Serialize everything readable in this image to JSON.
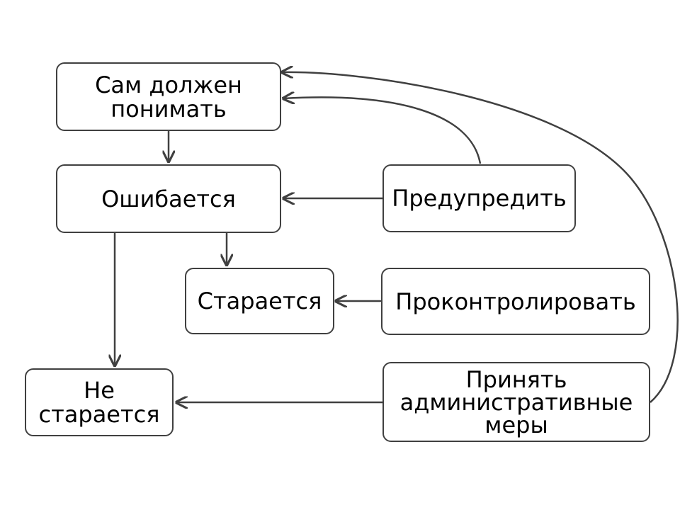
{
  "nodes": {
    "self_understand": "Сам должен\nпонимать",
    "makes_mistake": "Ошибается",
    "warn": "Предупредить",
    "tries": "Старается",
    "control": "Проконтролировать",
    "not_tries": "Не\nстарается",
    "admin_measures": "Принять\nадминистративные\nмеры"
  },
  "edges": [
    {
      "from": "self_understand",
      "to": "makes_mistake"
    },
    {
      "from": "makes_mistake",
      "to": "tries"
    },
    {
      "from": "makes_mistake",
      "to": "not_tries"
    },
    {
      "from": "warn",
      "to": "makes_mistake"
    },
    {
      "from": "warn",
      "to": "self_understand"
    },
    {
      "from": "control",
      "to": "tries"
    },
    {
      "from": "admin_measures",
      "to": "not_tries"
    },
    {
      "from": "admin_measures",
      "to": "self_understand"
    }
  ],
  "colors": {
    "stroke": "#404040",
    "text": "#000000",
    "background": "#ffffff"
  }
}
